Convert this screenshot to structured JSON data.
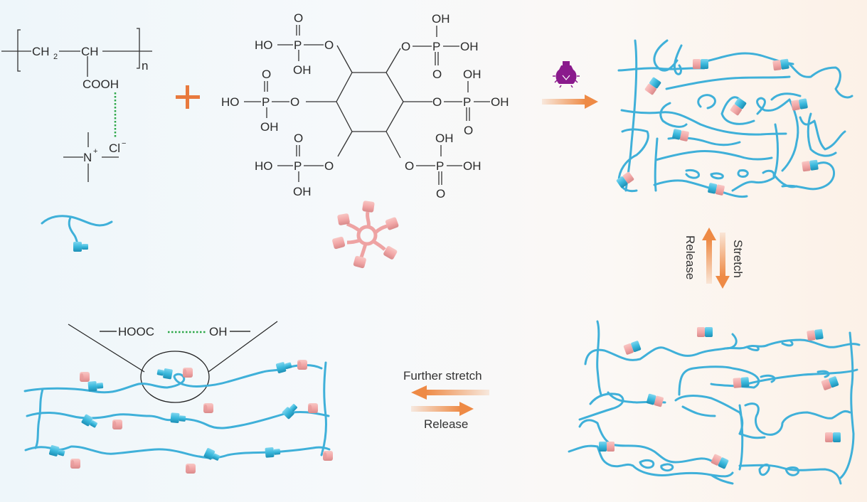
{
  "colors": {
    "chain": "#3fb0d9",
    "cyan_unit": "#3ab8dc",
    "pink_unit": "#f2a8a8",
    "arrow": "#ee8a45",
    "plus": "#e87a3e",
    "hbond": "#2ea84a",
    "bulb": "#8a1a8c"
  },
  "monomer": {
    "ch2": "CH",
    "ch2_sub": "2",
    "ch": "CH",
    "repeat": "n",
    "cooh": "COOH",
    "cl": "Cl",
    "cl_charge": "−",
    "n": "N",
    "n_charge": "+"
  },
  "plus_sign": "+",
  "phytic_acid": {
    "groups": [
      {
        "ho": "HO",
        "p": "P",
        "o_double": "O",
        "oh": "OH",
        "o_link": "O"
      },
      {
        "oh_top": "OH",
        "p": "P",
        "oh": "OH",
        "o_double": "O",
        "o_link": "O"
      },
      {
        "ho": "HO",
        "p": "P",
        "o_double": "O",
        "oh": "OH",
        "o_link": "O"
      },
      {
        "oh_top": "OH",
        "p": "P",
        "oh": "OH",
        "o_double": "O",
        "o_link": "O"
      },
      {
        "ho": "HO",
        "p": "P",
        "o_double": "O",
        "oh": "OH",
        "o_link": "O"
      },
      {
        "oh_top": "OH",
        "p": "P",
        "oh": "OH",
        "o_double": "O",
        "o_link": "O"
      }
    ]
  },
  "icons": {
    "light": "light-bulb-icon",
    "star_molecule": "phytic-acid-star-icon",
    "polymer_unit": "polymer-chain-icon"
  },
  "labels": {
    "stretch": "Stretch",
    "release_vertical": "Release",
    "further_stretch": "Further stretch",
    "release_horizontal": "Release",
    "hooc": "HOOC",
    "oh": "OH"
  }
}
